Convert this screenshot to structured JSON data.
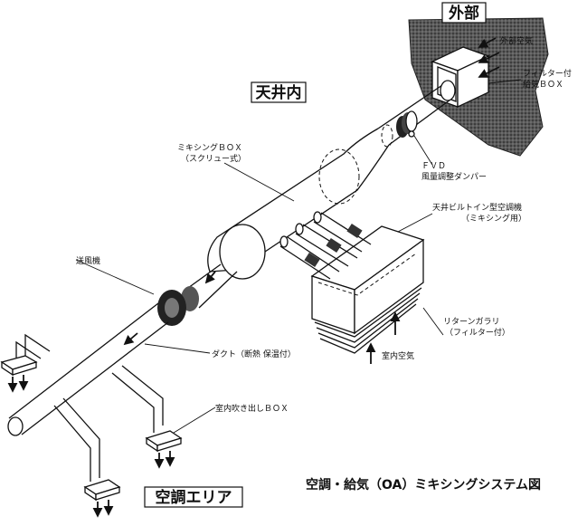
{
  "labels": {
    "outside": "外部",
    "ceiling": "天井内",
    "outside_air": "外部空気",
    "filter_box_1": "フィルター付",
    "filter_box_2": "給気ＢＯＸ",
    "fvd_1": "ＦＶＤ",
    "fvd_2": "風量調整ダンパー",
    "mixing_box_1": "ミキシングＢＯＸ",
    "mixing_box_2": "（スクリュー式）",
    "ahu_1": "天井ビルトイン型空調機",
    "ahu_2": "（ミキシング用）",
    "fan": "送風機",
    "return_1": "リターンガラリ",
    "return_2": "（フィルター付）",
    "indoor_air": "室内空気",
    "duct": "ダクト（断熱 保温付）",
    "outlet_box": "室内吹き出しＢＯＸ",
    "conditioned_area": "空調エリア",
    "title": "空調・給気（OA）ミキシングシステム図"
  },
  "colors": {
    "line": "#111111",
    "hatch": "#3a3a3a",
    "paper": "#ffffff"
  }
}
